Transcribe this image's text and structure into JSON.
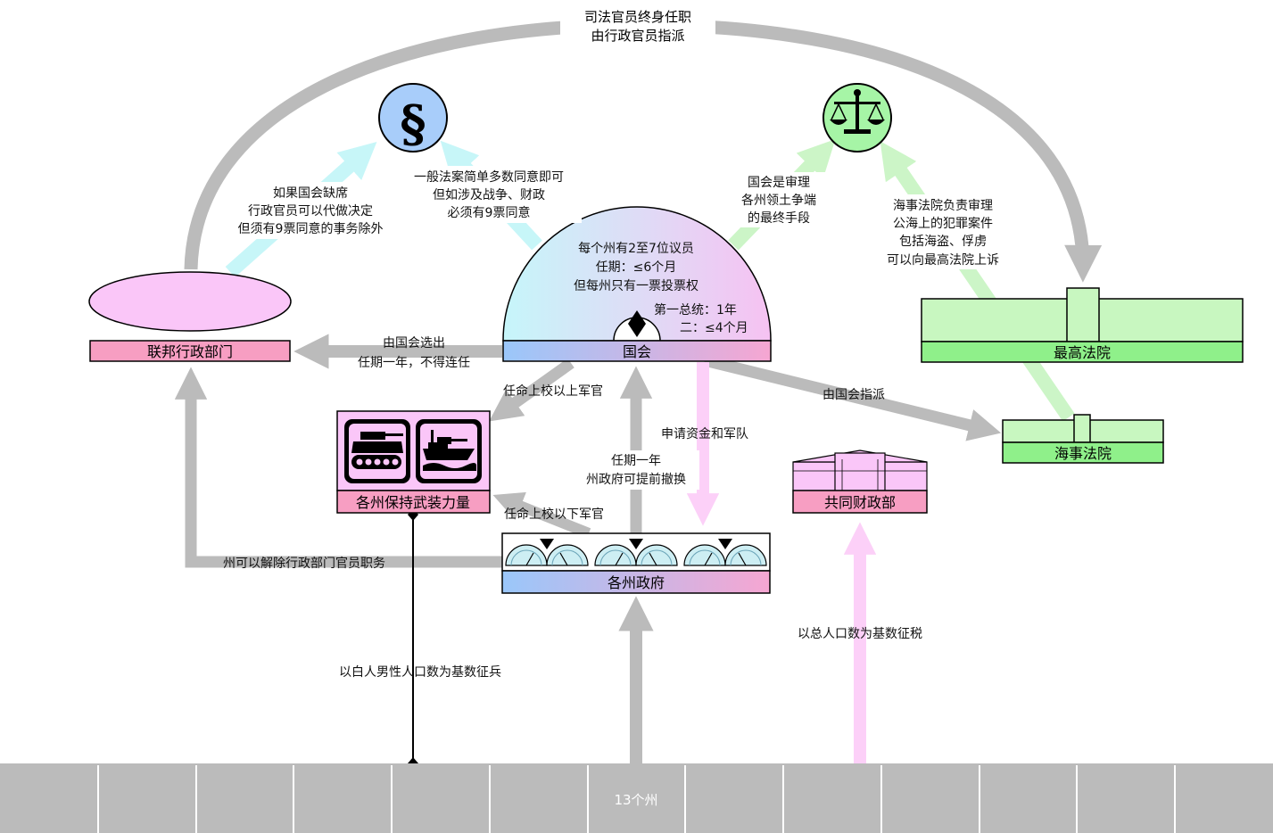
{
  "top_arc": {
    "line1": "司法官员终身任职",
    "line2": "由行政官员指派"
  },
  "executive": {
    "label": "联邦行政部门"
  },
  "congress": {
    "label": "国会",
    "desc": [
      "每个州有2至7位议员",
      "任期：≤6个月",
      "但每州只有一票投票权"
    ],
    "presidency": [
      "第一总统：1年",
      "二：≤4个月"
    ]
  },
  "supreme_court": {
    "label": "最高法院"
  },
  "admiralty_court": {
    "label": "海事法院"
  },
  "state_militia": {
    "label": "各州保持武装力量"
  },
  "treasury": {
    "label": "共同财政部"
  },
  "state_governments": {
    "label": "各州政府"
  },
  "states": {
    "label": "13个州"
  },
  "notes": {
    "exec_to_law": [
      "如果国会缺席",
      "行政官员可以代做决定",
      "但须有9票同意的事务除外"
    ],
    "congress_to_law": [
      "一般法案简单多数同意即可",
      "但如涉及战争、财政",
      "必须有9票同意"
    ],
    "congress_to_justice": [
      "国会是审理",
      "各州领土争端",
      "的最终手段"
    ],
    "admiralty_to_justice": [
      "海事法院负责审理",
      "公海上的犯罪案件",
      "包括海盗、俘虏",
      "可以向最高法院上诉"
    ],
    "elect_exec": [
      "由国会选出",
      "任期一年，不得连任"
    ],
    "appoint_senior": "任命上校以上军官",
    "appoint_admiralty": "由国会指派",
    "request_funds": "申请资金和军队",
    "term_recall": [
      "任期一年",
      "州政府可提前撤换"
    ],
    "appoint_junior": "任命上校以下军官",
    "dismiss_exec": "州可以解除行政部门官员职务",
    "conscription": "以白人男性人口数为基数征兵",
    "taxation": "以总人口数为基数征税"
  },
  "colors": {
    "gray_arrow": "#bbbbbb",
    "cyan_arrow": "#c7f6f8",
    "green_arrow": "#ccf5c7",
    "pink_arrow": "#fcd0f8",
    "exec_label": "#f79ec2",
    "green_box": "#c8f7c0",
    "green_label": "#8ff08a",
    "law_circle": "#a8cdfa",
    "justice_circle": "#a6f5a6"
  },
  "icons": [
    "section-sign-icon",
    "scales-icon",
    "tank-icon",
    "warship-icon",
    "gauge-icon",
    "diamond-icon"
  ]
}
